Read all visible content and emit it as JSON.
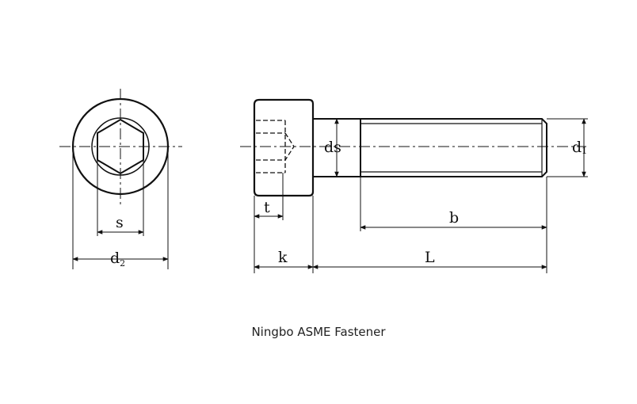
{
  "labels": {
    "s": "s",
    "d2_main": "d",
    "d2_sub": "2",
    "t": "t",
    "ds": "ds",
    "d1_main": "d",
    "d1_sub": "1",
    "b": "b",
    "k": "k",
    "L": "L"
  },
  "caption": "Ningbo ASME Fastener"
}
